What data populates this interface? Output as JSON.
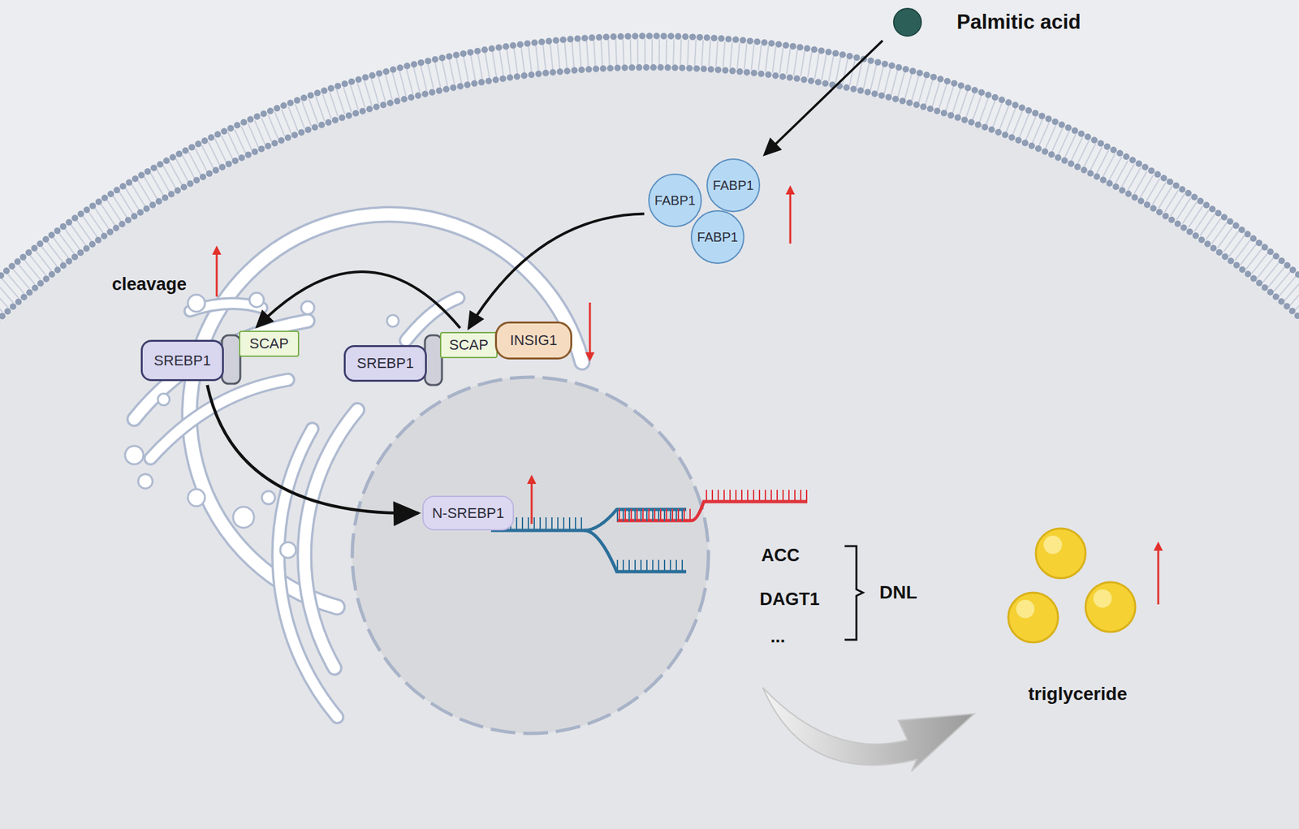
{
  "diagram": {
    "nodes": [
      {
        "text": [
          "FABP1"
        ]
      },
      {
        "text": [
          "FABP1"
        ]
      },
      {
        "text": [
          "FABP1"
        ]
      },
      {
        "text": [
          "SREBP1"
        ]
      },
      {
        "text": [
          "SCAP"
        ]
      },
      {
        "text": [
          "SREBP1"
        ]
      },
      {
        "text": [
          "SCAP"
        ]
      },
      {
        "text": [
          "INSIG1"
        ]
      },
      {
        "text": [
          "N-SREBP1"
        ]
      }
    ],
    "edges": [
      {
        "from": 0,
        "to": 6,
        "arrow": "to"
      },
      {
        "from": 6,
        "to": 4,
        "arrow": "to"
      },
      {
        "from": 3,
        "to": 8,
        "arrow": "to"
      }
    ],
    "labels": [
      "Palmitic acid",
      "cleavage",
      "ACC",
      "DAGT1",
      "...",
      "DNL",
      "triglyceride"
    ]
  }
}
